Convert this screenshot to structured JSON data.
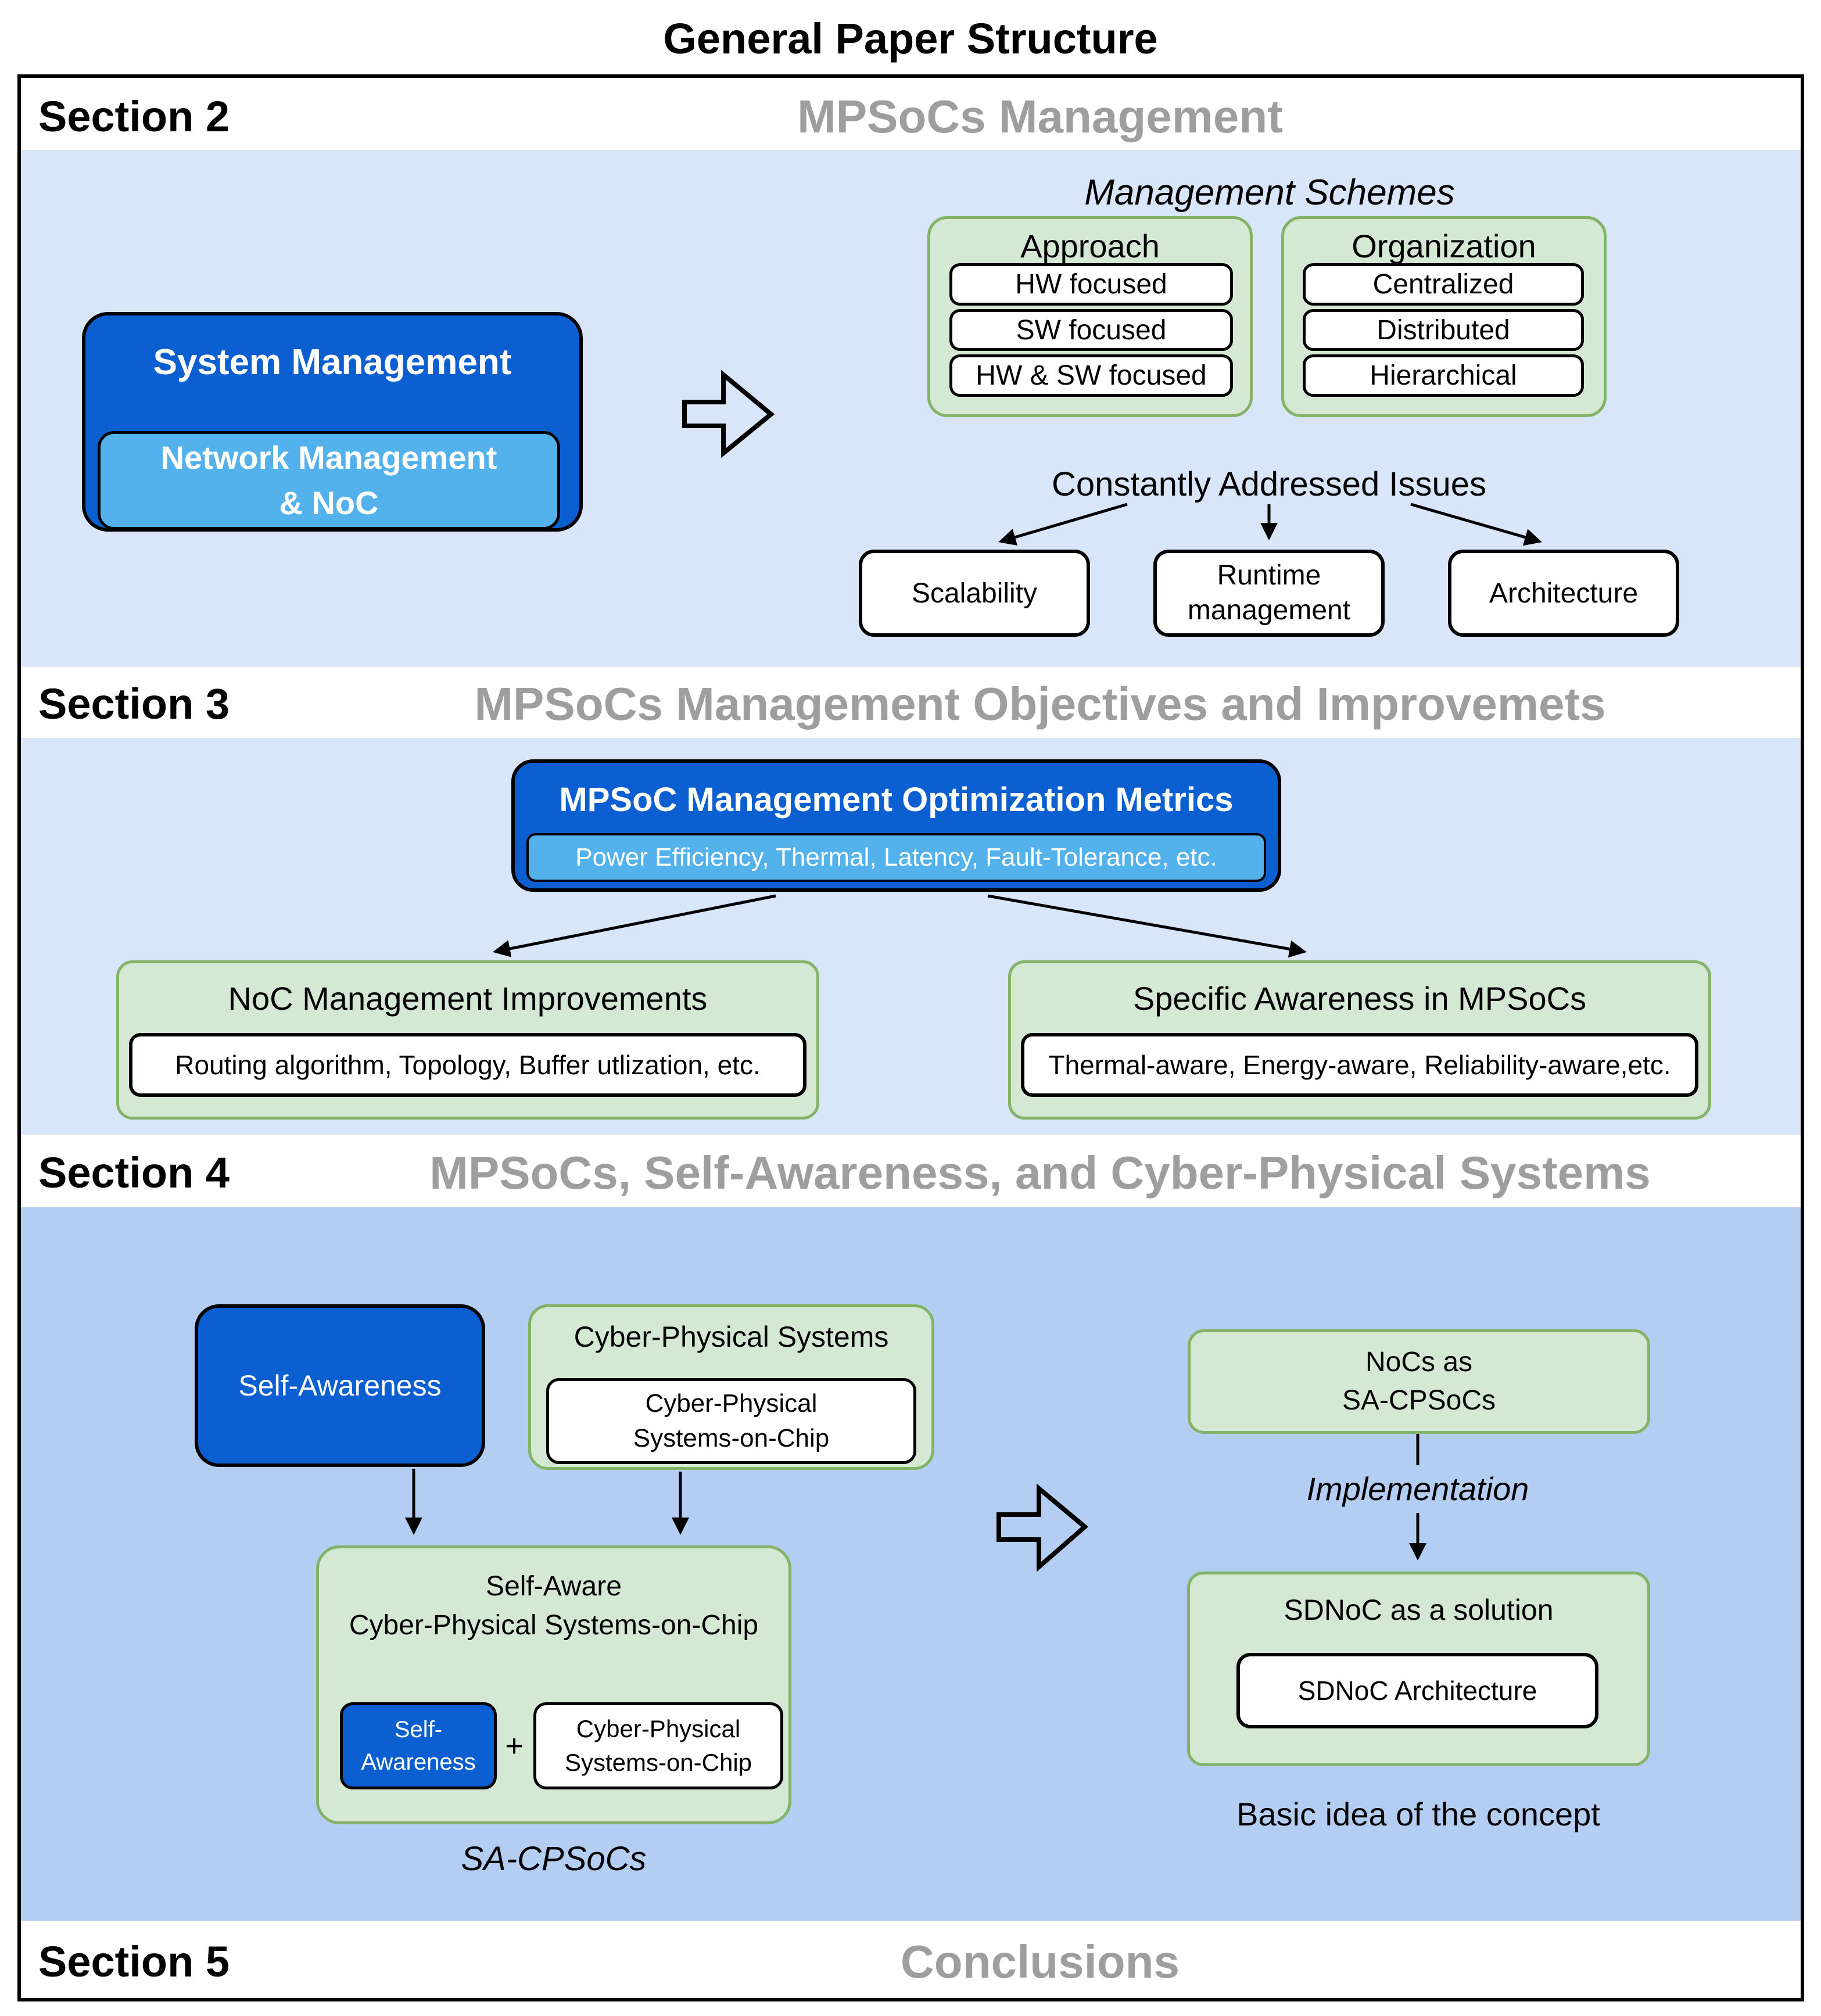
{
  "title": "General Paper Structure",
  "sections": [
    {
      "label": "Section 2",
      "title": "MPSoCs Management"
    },
    {
      "label": "Section 3",
      "title": "MPSoCs Management Objectives and Improvemets"
    },
    {
      "label": "Section 4",
      "title": "MPSoCs, Self-Awareness, and Cyber-Physical Systems"
    },
    {
      "label": "Section 5",
      "title": "Conclusions"
    }
  ],
  "section2": {
    "system_box": {
      "title": "System Management",
      "inner_line1": "Network Management",
      "inner_line2": "& NoC"
    },
    "schemes_label": "Management Schemes",
    "approach": {
      "title": "Approach",
      "items": [
        "HW focused",
        "SW focused",
        "HW & SW focused"
      ]
    },
    "organization": {
      "title": "Organization",
      "items": [
        "Centralized",
        "Distributed",
        "Hierarchical"
      ]
    },
    "issues": {
      "title": "Constantly Addressed Issues",
      "boxes": [
        "Scalability",
        "Runtime management",
        "Architecture"
      ]
    }
  },
  "section3": {
    "metrics_box": {
      "title": "MPSoC Management Optimization Metrics",
      "inner": "Power Efficiency, Thermal, Latency, Fault-Tolerance, etc."
    },
    "noc_box": {
      "title": "NoC Management Improvements",
      "inner": "Routing algorithm, Topology, Buffer utlization, etc."
    },
    "awareness_box": {
      "title": "Specific Awareness in MPSoCs",
      "inner": "Thermal-aware, Energy-aware, Reliability-aware,etc."
    }
  },
  "section4": {
    "self_awareness": "Self-Awareness",
    "cps_box": {
      "title": "Cyber-Physical Systems",
      "inner_line1": "Cyber-Physical",
      "inner_line2": "Systems-on-Chip"
    },
    "sacpsoc_box": {
      "title_line1": "Self-Aware",
      "title_line2": "Cyber-Physical Systems-on-Chip",
      "inner_blue_line1": "Self-",
      "inner_blue_line2": "Awareness",
      "plus": "+",
      "inner_white_line1": "Cyber-Physical",
      "inner_white_line2": "Systems-on-Chip"
    },
    "sacpsocs_label": "SA-CPSoCs",
    "nocs_box": {
      "line1": "NoCs as",
      "line2": "SA-CPSoCs"
    },
    "implementation_label": "Implementation",
    "sdnoc_box": {
      "title": "SDNoC as a solution",
      "inner": "SDNoC Architecture"
    },
    "basic_idea_label": "Basic idea of the concept"
  },
  "colors": {
    "band_light_blue": "#d9e5f8",
    "band_dark_blue": "#b4cef3",
    "box_dark_blue": "#0b5fd0",
    "box_light_blue": "#53b1ec",
    "green_fill": "#d5e8d4",
    "green_border": "#82b366",
    "gray_title": "#9e9e9e"
  }
}
